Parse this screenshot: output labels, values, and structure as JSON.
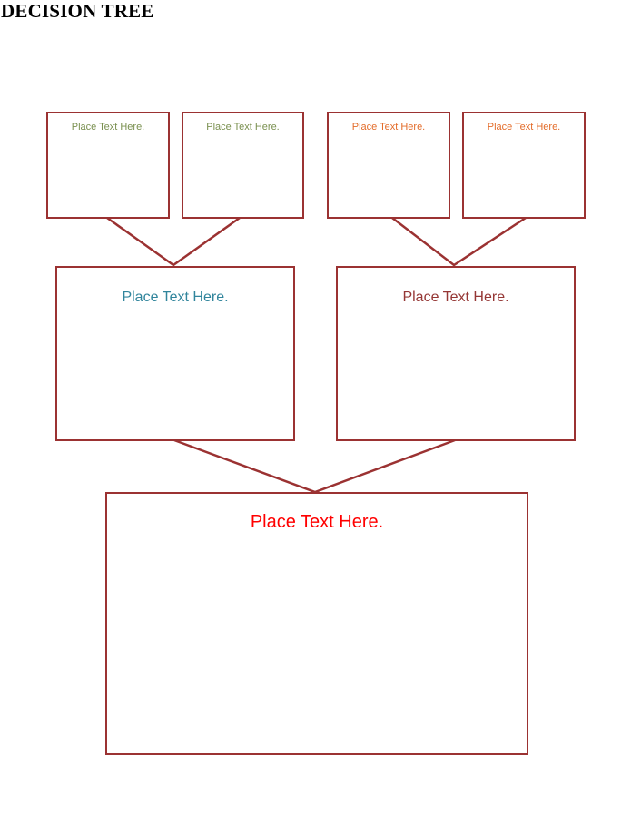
{
  "title": "DECISION TREE",
  "colors": {
    "border": "#9b3232",
    "green_text": "#7a9050",
    "orange_text": "#e36c2a",
    "teal_text": "#31859c",
    "maroon_text": "#953735",
    "red_text": "#ff0000"
  },
  "boxes": {
    "top": [
      {
        "label": "Place Text Here."
      },
      {
        "label": "Place Text Here."
      },
      {
        "label": "Place Text Here."
      },
      {
        "label": "Place Text Here."
      }
    ],
    "middle": [
      {
        "label": "Place Text Here."
      },
      {
        "label": "Place Text Here."
      }
    ],
    "bottom": {
      "label": "Place Text Here."
    }
  }
}
